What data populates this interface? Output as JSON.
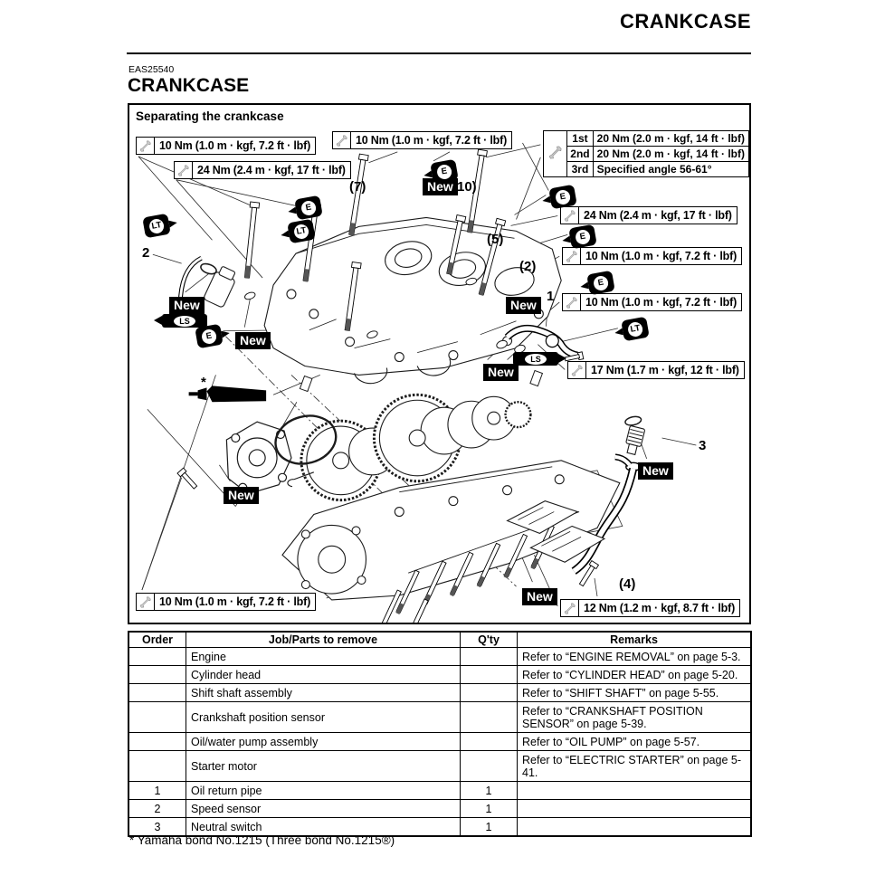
{
  "page": {
    "running_header": "CRANKCASE",
    "code": "EAS25540",
    "title": "CRANKCASE",
    "footnote": "* Yamaha bond No.1215 (Three bond No.1215®)"
  },
  "diagram": {
    "title": "Separating the crankcase",
    "new_label": "New",
    "symbols": {
      "engine_oil": "E",
      "loctite": "LT",
      "lithium_grease": "LS"
    },
    "torque_specs": [
      {
        "text": "10 Nm (1.0 m · kgf, 7.2 ft · lbf)"
      },
      {
        "text": "24 Nm (2.4 m · kgf, 17 ft · lbf)"
      },
      {
        "text": "10 Nm (1.0 m · kgf, 7.2 ft · lbf)"
      },
      {
        "text": "24 Nm (2.4 m · kgf, 17 ft · lbf)"
      },
      {
        "text": "10 Nm (1.0 m · kgf, 7.2 ft · lbf)"
      },
      {
        "text": "10 Nm (1.0 m · kgf, 7.2 ft · lbf)"
      },
      {
        "text": "17 Nm (1.7 m · kgf, 12 ft · lbf)"
      },
      {
        "text": "10 Nm (1.0 m · kgf, 7.2 ft · lbf)"
      },
      {
        "text": "12 Nm (1.2 m · kgf, 8.7 ft · lbf)"
      }
    ],
    "sequence": {
      "rows": [
        {
          "step": "1st",
          "value": "20 Nm (2.0 m · kgf, 14 ft · lbf)"
        },
        {
          "step": "2nd",
          "value": "20 Nm (2.0 m · kgf, 14 ft · lbf)"
        },
        {
          "step": "3rd",
          "value": "Specified angle 56-61°"
        }
      ]
    },
    "callouts": [
      {
        "text": "2"
      },
      {
        "text": "(7)"
      },
      {
        "text": "(10)"
      },
      {
        "text": "(5)"
      },
      {
        "text": "(2)"
      },
      {
        "text": "1"
      },
      {
        "text": "3"
      },
      {
        "text": "(4)"
      },
      {
        "text": "*"
      }
    ]
  },
  "table": {
    "headers": [
      "Order",
      "Job/Parts to remove",
      "Q'ty",
      "Remarks"
    ],
    "rows": [
      {
        "order": "",
        "job": "Engine",
        "qty": "",
        "remarks": "Refer to “ENGINE REMOVAL” on page 5-3."
      },
      {
        "order": "",
        "job": "Cylinder head",
        "qty": "",
        "remarks": "Refer to “CYLINDER HEAD” on page 5-20."
      },
      {
        "order": "",
        "job": "Shift shaft assembly",
        "qty": "",
        "remarks": "Refer to “SHIFT SHAFT” on page 5-55."
      },
      {
        "order": "",
        "job": "Crankshaft position sensor",
        "qty": "",
        "remarks": "Refer to “CRANKSHAFT POSITION SENSOR” on page 5-39."
      },
      {
        "order": "",
        "job": "Oil/water pump assembly",
        "qty": "",
        "remarks": "Refer to “OIL PUMP” on page 5-57."
      },
      {
        "order": "",
        "job": "Starter motor",
        "qty": "",
        "remarks": "Refer to “ELECTRIC STARTER” on page 5-41."
      },
      {
        "order": "1",
        "job": "Oil return pipe",
        "qty": "1",
        "remarks": ""
      },
      {
        "order": "2",
        "job": "Speed sensor",
        "qty": "1",
        "remarks": ""
      },
      {
        "order": "3",
        "job": "Neutral switch",
        "qty": "1",
        "remarks": ""
      }
    ]
  }
}
